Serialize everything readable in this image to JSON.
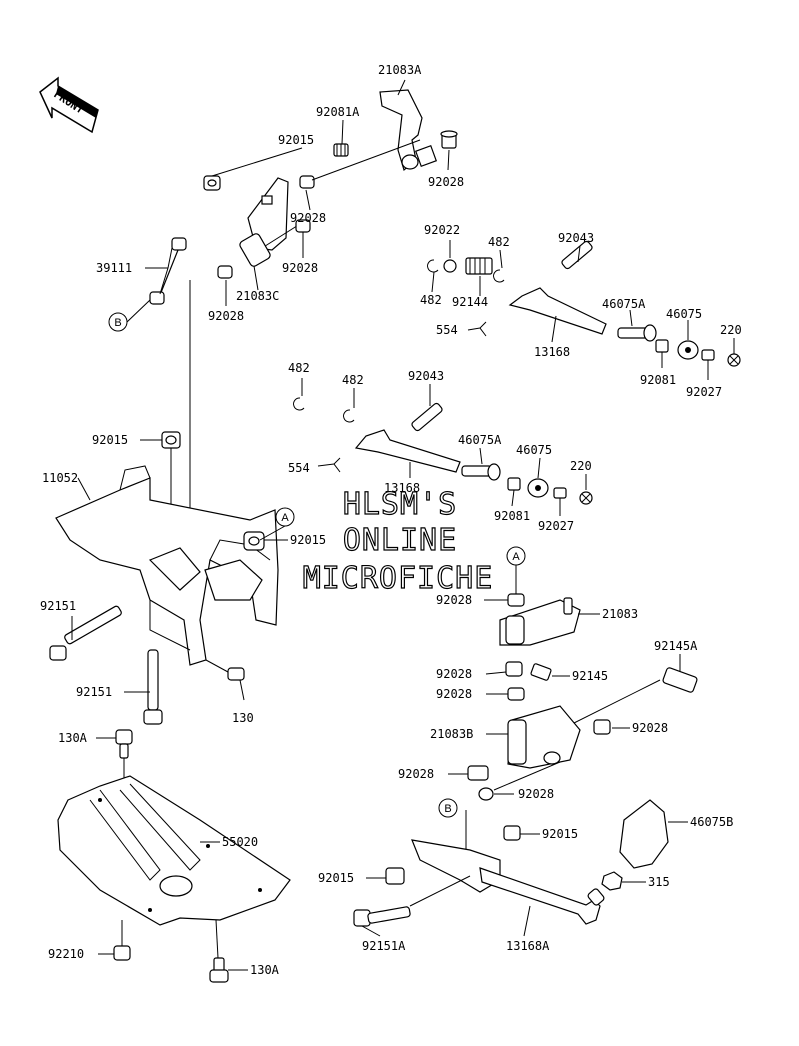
{
  "direction_marker": "FRONT",
  "watermark": {
    "line1": "HLSM'S",
    "line2": "ONLINE",
    "line3": "MICROFICHE"
  },
  "refs": {
    "a": "A",
    "b": "B"
  },
  "parts": {
    "p21083A": "21083A",
    "p92081A": "92081A",
    "p92015_top": "92015",
    "p92028_a": "92028",
    "p92028_b": "92028",
    "p92028_c": "92028",
    "p92028_d": "92028",
    "p39111": "39111",
    "p21083C": "21083C",
    "p92022": "92022",
    "p482_a": "482",
    "p92043_a": "92043",
    "p482_b": "482",
    "p92144": "92144",
    "p554_a": "554",
    "p13168_a": "13168",
    "p46075A_a": "46075A",
    "p46075_a": "46075",
    "p220_a": "220",
    "p92081_a": "92081",
    "p92027_a": "92027",
    "p482_c": "482",
    "p482_d": "482",
    "p92043_b": "92043",
    "p554_b": "554",
    "p13168_b": "13168",
    "p46075A_b": "46075A",
    "p46075_b": "46075",
    "p220_b": "220",
    "p92081_b": "92081",
    "p92027_b": "92027",
    "p92015_mid": "92015",
    "p11052": "11052",
    "p92015_frame": "92015",
    "p92028_e": "92028",
    "p21083": "21083",
    "p92151_a": "92151",
    "p92151_b": "92151",
    "p130": "130",
    "p130A_top": "130A",
    "p92145A": "92145A",
    "p92028_f": "92028",
    "p92145": "92145",
    "p92028_g": "92028",
    "p21083B": "21083B",
    "p92028_h": "92028",
    "p92028_i": "92028",
    "p92028_j": "92028",
    "p55020": "55020",
    "p92015_low": "92015",
    "p46075B": "46075B",
    "p92015_left": "92015",
    "p315": "315",
    "p92210": "92210",
    "p130A_bot": "130A",
    "p92151A": "92151A",
    "p13168A": "13168A"
  }
}
